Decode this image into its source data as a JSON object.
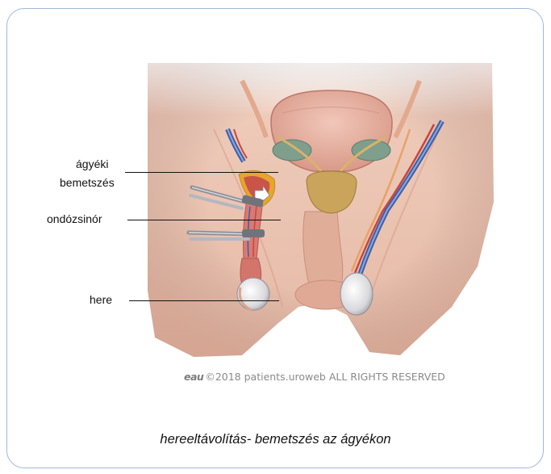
{
  "labels": {
    "inguinal_incision_line1": "ágyéki",
    "inguinal_incision_line2": "bemetszés",
    "spermatic_cord": "ondózsinór",
    "testis": "here"
  },
  "copyright": {
    "logo": "eau",
    "text": "©2018 patients.uroweb ALL RIGHTS RESERVED"
  },
  "caption": "hereeltávolítás- bemetszés az ágyékon",
  "colors": {
    "frame_border": "#9fb8d6",
    "skin": "#e9bfae",
    "bladder": "#e7b3a4",
    "seminal_vesicle": "#7f9e8c",
    "prostate": "#c9a45a",
    "vein": "#3d5fa8",
    "artery": "#c9453d",
    "incision": "#e6a62b"
  }
}
